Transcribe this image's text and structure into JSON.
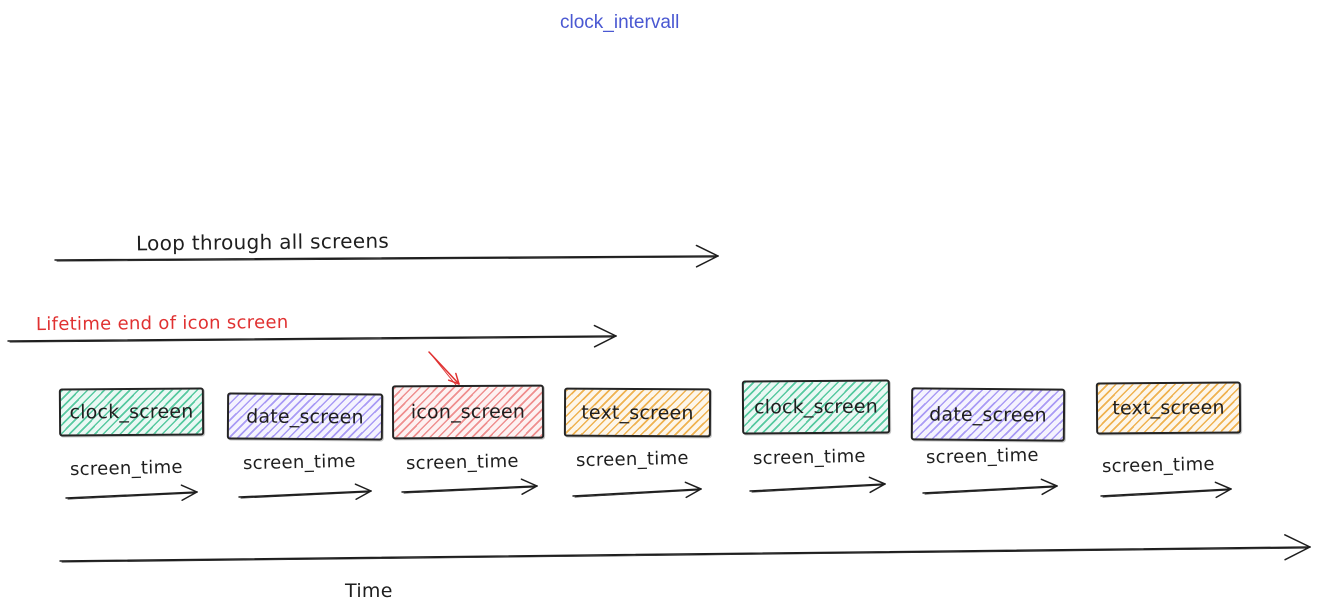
{
  "title": "clock_intervall",
  "labels": {
    "loop": "Loop through all screens",
    "lifetime": "Lifetime end of icon screen",
    "screen_time": "screen_time",
    "time_axis": "Time"
  },
  "screens": [
    {
      "label": "clock_screen",
      "color": "green"
    },
    {
      "label": "date_screen",
      "color": "violet"
    },
    {
      "label": "icon_screen",
      "color": "red"
    },
    {
      "label": "text_screen",
      "color": "orange"
    },
    {
      "label": "clock_screen",
      "color": "green"
    },
    {
      "label": "date_screen",
      "color": "violet"
    },
    {
      "label": "text_screen",
      "color": "orange"
    }
  ],
  "colors": {
    "title": "#4a58d2",
    "annotation_red": "#e03131",
    "stroke": "#1e1e1e",
    "green": "#57c9a0",
    "violet": "#a99bf5",
    "red": "#ef8f8f",
    "orange": "#efb250"
  }
}
